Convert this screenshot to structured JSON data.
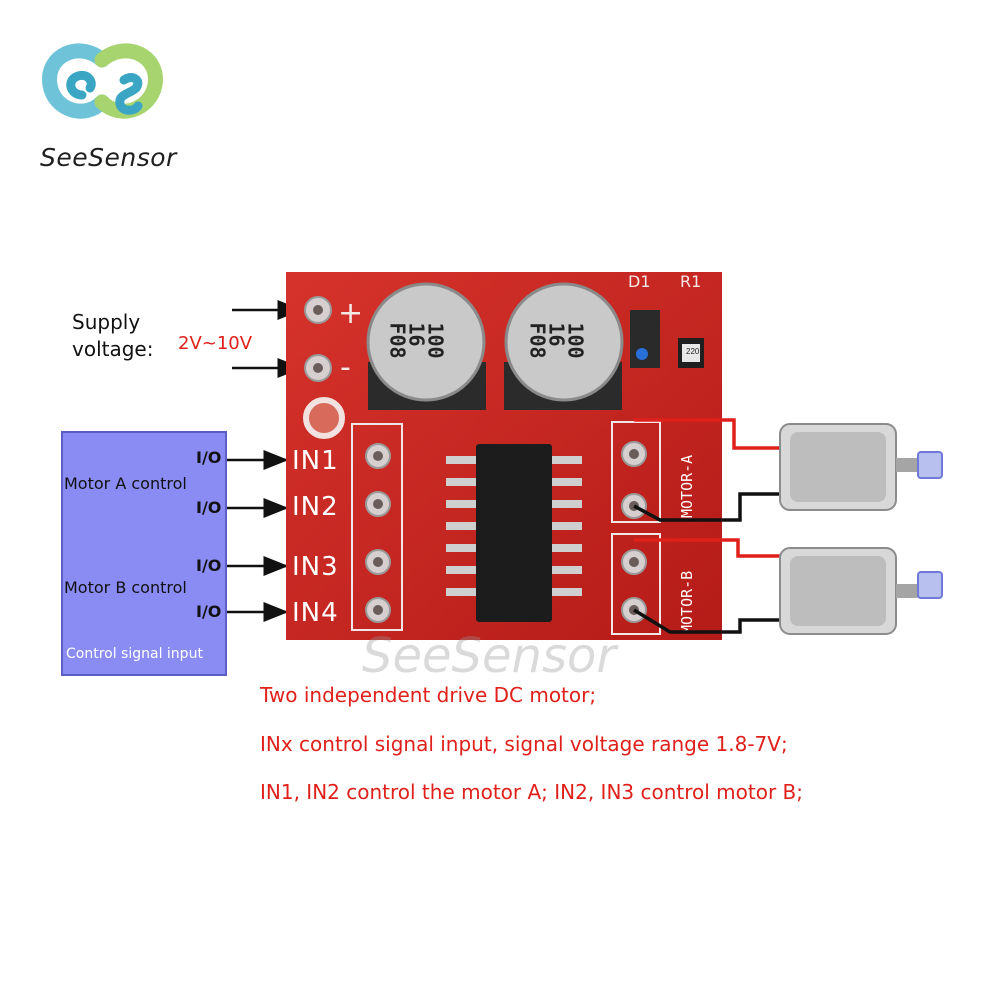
{
  "brand": {
    "name": "SeeSensor",
    "watermark": "SeeSensor"
  },
  "supply": {
    "label_line1": "Supply",
    "label_line2": "voltage:",
    "range": "2V~10V",
    "plus": "+",
    "minus": "-"
  },
  "control_box": {
    "io_labels": [
      "I/O",
      "I/O",
      "I/O",
      "I/O"
    ],
    "motor_a": "Motor A control",
    "motor_b": "Motor B control",
    "caption": "Control signal input"
  },
  "pins": [
    "IN1",
    "IN2",
    "IN3",
    "IN4"
  ],
  "motors": {
    "a": "MOTOR-A",
    "b": "MOTOR-B"
  },
  "board": {
    "cap1": [
      "100",
      "16",
      "F08"
    ],
    "cap2": [
      "100",
      "16",
      "F08"
    ],
    "d1": "D1",
    "r1": "R1",
    "resistor_code": "220"
  },
  "notes": [
    "Two independent drive DC motor;",
    "INx control signal input, signal voltage range 1.8-7V;",
    "IN1, IN2 control the motor A; IN2, IN3 control motor B;"
  ],
  "colors": {
    "accent_red": "#e0201a",
    "board_red": "#c8201c",
    "control_box": "#8a8cf4"
  }
}
